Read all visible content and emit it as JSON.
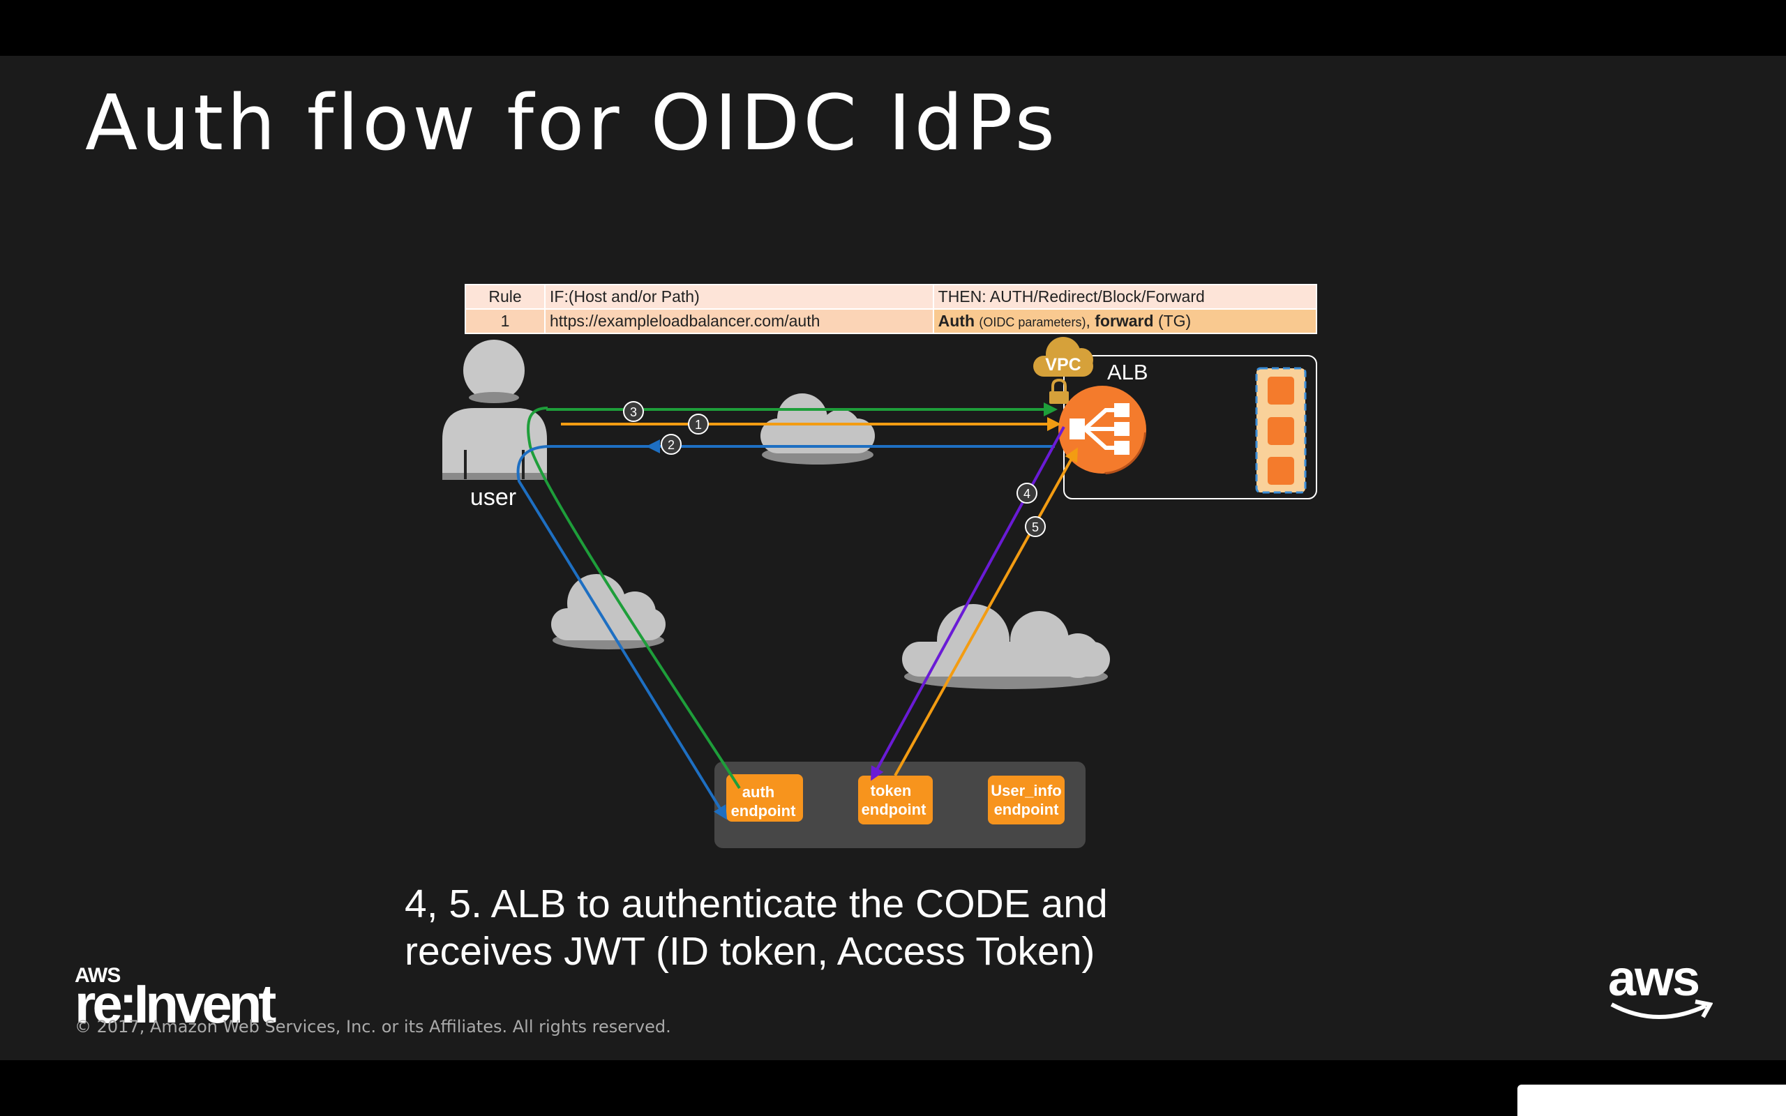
{
  "slide": {
    "title": "Auth flow for OIDC IdPs",
    "caption_lines": [
      "4, 5. ALB to authenticate the CODE and",
      "receives JWT (ID token, Access Token)"
    ],
    "copyright": "© 2017, Amazon Web Services, Inc. or its Affiliates. All rights reserved.",
    "event_logo": {
      "aws": "AWS",
      "re": "re:Invent"
    },
    "aws_logo": "aws"
  },
  "rule_table": {
    "headers": [
      "Rule",
      "IF:(Host and/or Path)",
      "THEN: AUTH/Redirect/Block/Forward"
    ],
    "row": {
      "rule": "1",
      "condition": "https://exampleloadbalancer.com/auth",
      "action_auth": "Auth",
      "action_params": "(OIDC parameters)",
      "action_sep": ",",
      "action_forward": "forward",
      "action_tg": "(TG)"
    }
  },
  "diagram": {
    "user_label": "user",
    "vpc_label": "VPC",
    "alb_label": "ALB",
    "steps": [
      "1",
      "2",
      "3",
      "4",
      "5"
    ],
    "endpoints": [
      {
        "line1": "auth",
        "line2": "endpoint"
      },
      {
        "line1": "token",
        "line2": "endpoint"
      },
      {
        "line1": "User_info",
        "line2": "endpoint"
      }
    ],
    "colors": {
      "green": "#1e9e3a",
      "orange": "#f39c12",
      "blue": "#1e6fc2",
      "purple": "#6a1bd6",
      "alb": "#f47b2c",
      "endpoint": "#f7941d"
    }
  }
}
